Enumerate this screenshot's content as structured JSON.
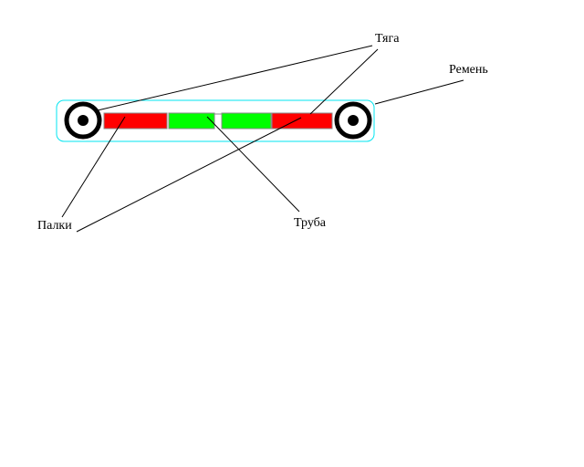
{
  "labels": {
    "tyaga": "Тяга",
    "remen": "Ремень",
    "palki": "Палки",
    "truba": "Труба"
  },
  "colors": {
    "belt_outline": "#00e5f0",
    "stick": "#ff0000",
    "tube": "#00ff00",
    "pulley": "#000000",
    "line": "#000000",
    "background": "#ffffff"
  }
}
